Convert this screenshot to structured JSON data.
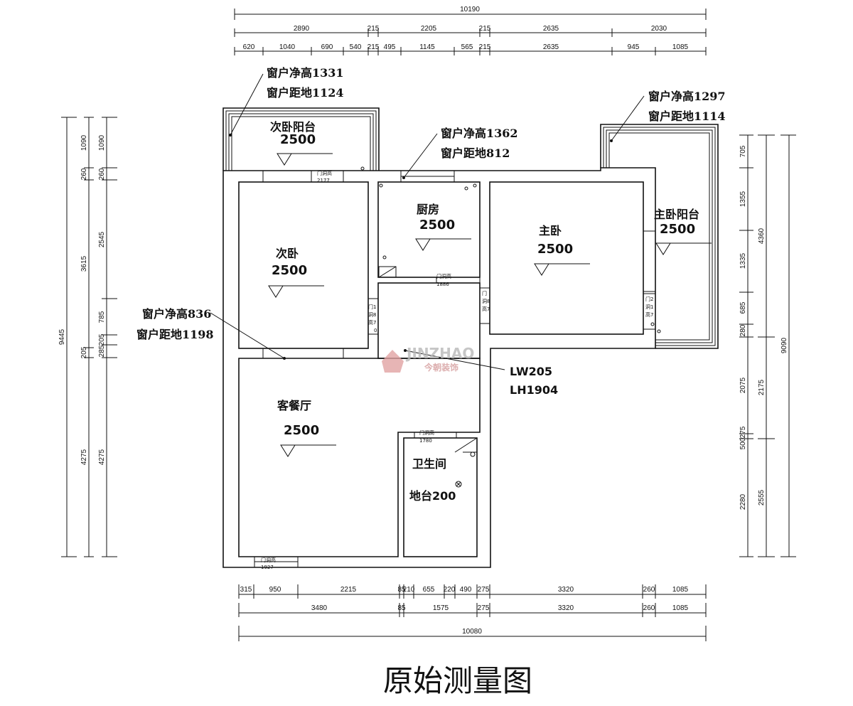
{
  "title": "原始测量图",
  "watermark": {
    "brand": "JINZHAO",
    "brand_cn": "今朝装饰"
  },
  "dimensions": {
    "top_total": "10190",
    "top_mid": [
      "2890",
      "215",
      "2205",
      "215",
      "2635",
      "2030"
    ],
    "top_detail": [
      "620",
      "1040",
      "690",
      "540",
      "215",
      "495",
      "1145",
      "565",
      "215",
      "2635",
      "945",
      "1085"
    ],
    "bottom_detail": [
      "315",
      "950",
      "2215",
      "85",
      "210",
      "655",
      "220",
      "490",
      "275",
      "3320",
      "260",
      "1085"
    ],
    "bottom_mid": [
      "3480",
      "85",
      "1575",
      "275",
      "3320",
      "260",
      "1085"
    ],
    "bottom_total": "10080",
    "left_outer": "9445",
    "left_mid": [
      "1090",
      "260",
      "3615",
      "205",
      "4275"
    ],
    "left_inner": [
      "1090",
      "260",
      "2545",
      "785",
      "205",
      "285",
      "4275"
    ],
    "right_inner": [
      "705",
      "1355",
      "1335",
      "685",
      "280",
      "2075",
      "275",
      "500",
      "2280"
    ],
    "right_mid": [
      "4360",
      "2175",
      "2555"
    ],
    "right_outer": "9090"
  },
  "rooms": [
    {
      "name": "次卧阳台",
      "height": "2500"
    },
    {
      "name": "次卧",
      "height": "2500"
    },
    {
      "name": "厨房",
      "height": "2500"
    },
    {
      "name": "主卧",
      "height": "2500"
    },
    {
      "name": "主卧阳台",
      "height": "2500"
    },
    {
      "name": "客餐厅",
      "height": "2500"
    },
    {
      "name": "卫生间",
      "height": "地台200"
    }
  ],
  "notes": {
    "w1": [
      "窗户净高1331",
      "窗户距地1124"
    ],
    "w2": [
      "窗户净高1297",
      "窗户距地1114"
    ],
    "w3": [
      "窗户净高1362",
      "窗户距地812"
    ],
    "w4": [
      "窗户净高836",
      "窗户距地1198"
    ],
    "beam": [
      "LW205",
      "LH1904"
    ]
  },
  "door_labels": {
    "d1": [
      "门洞高",
      "2177"
    ],
    "d2": [
      "门洞高",
      "1886"
    ],
    "d3": [
      "门洞高",
      "1780"
    ],
    "d4": [
      "门洞高",
      "1927"
    ],
    "side1": [
      "门1",
      "洞8",
      "高7",
      "0"
    ],
    "side2": [
      "门",
      "洞8",
      "高7"
    ],
    "side3": [
      "门2",
      "洞1",
      "高7"
    ]
  }
}
